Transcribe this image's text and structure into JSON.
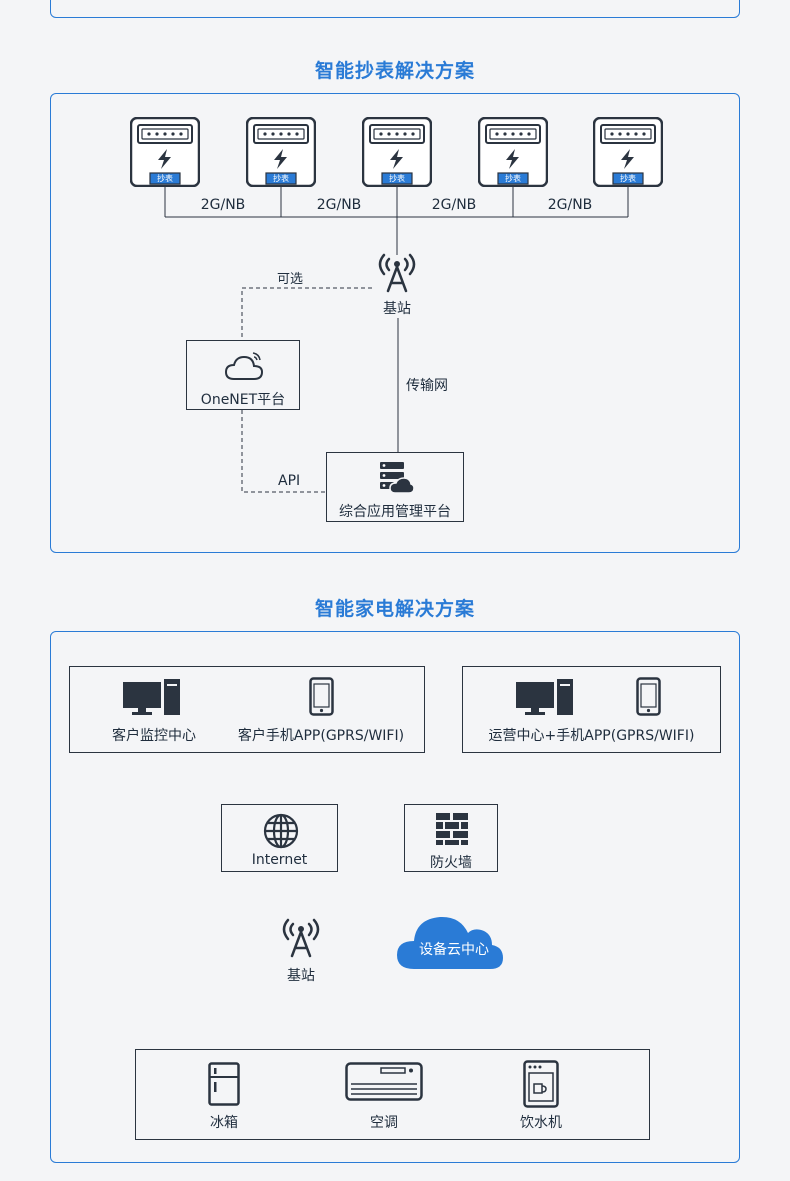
{
  "meter_section": {
    "title": "智能抄表解决方案",
    "meter_label": "抄表",
    "link_labels": [
      "2G/NB",
      "2G/NB",
      "2G/NB",
      "2G/NB"
    ],
    "base_station": "基站",
    "optional": "可选",
    "onenet": "OneNET平台",
    "transport": "传输网",
    "api": "API",
    "platform": "综合应用管理平台"
  },
  "appliance_section": {
    "title": "智能家电解决方案",
    "client_monitor": "客户监控中心",
    "client_app": "客户手机APP(GPRS/WIFI)",
    "ops_app": "运营中心+手机APP(GPRS/WIFI)",
    "internet": "Internet",
    "firewall": "防火墙",
    "cloud": "设备云中心",
    "base_station": "基站",
    "fridge": "冰箱",
    "ac": "空调",
    "water": "饮水机"
  },
  "colors": {
    "accent": "#2a7bd6",
    "ink": "#1f2d3d",
    "cloud": "#2a7bd6"
  }
}
